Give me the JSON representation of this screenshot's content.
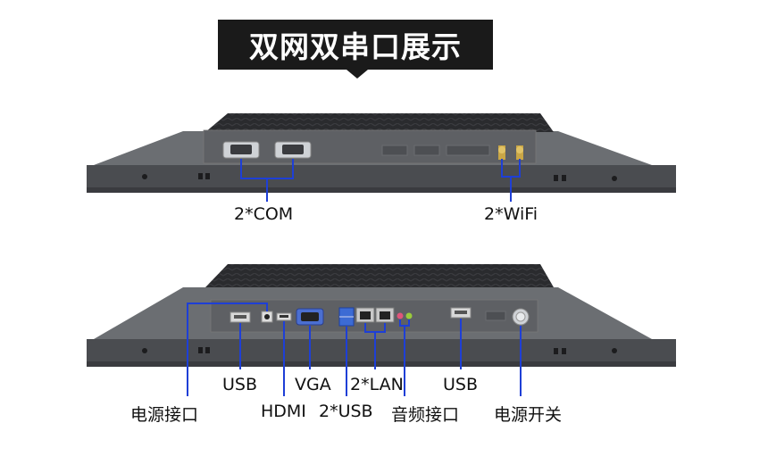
{
  "title": "双网双串口展示",
  "top_panel": {
    "labels": {
      "com": "2*COM",
      "wifi": "2*WiFi"
    }
  },
  "bottom_panel": {
    "labels": {
      "usb_left": "USB",
      "power_port": "电源接口",
      "hdmi": "HDMI",
      "vga": "VGA",
      "usb_x2": "2*USB",
      "lan_x2": "2*LAN",
      "audio": "音频接口",
      "usb_right": "USB",
      "power_switch": "电源开关"
    }
  },
  "colors": {
    "callout": "#1e3fd6",
    "banner": "#1a1a1a",
    "chassis": "#4a4c50"
  }
}
